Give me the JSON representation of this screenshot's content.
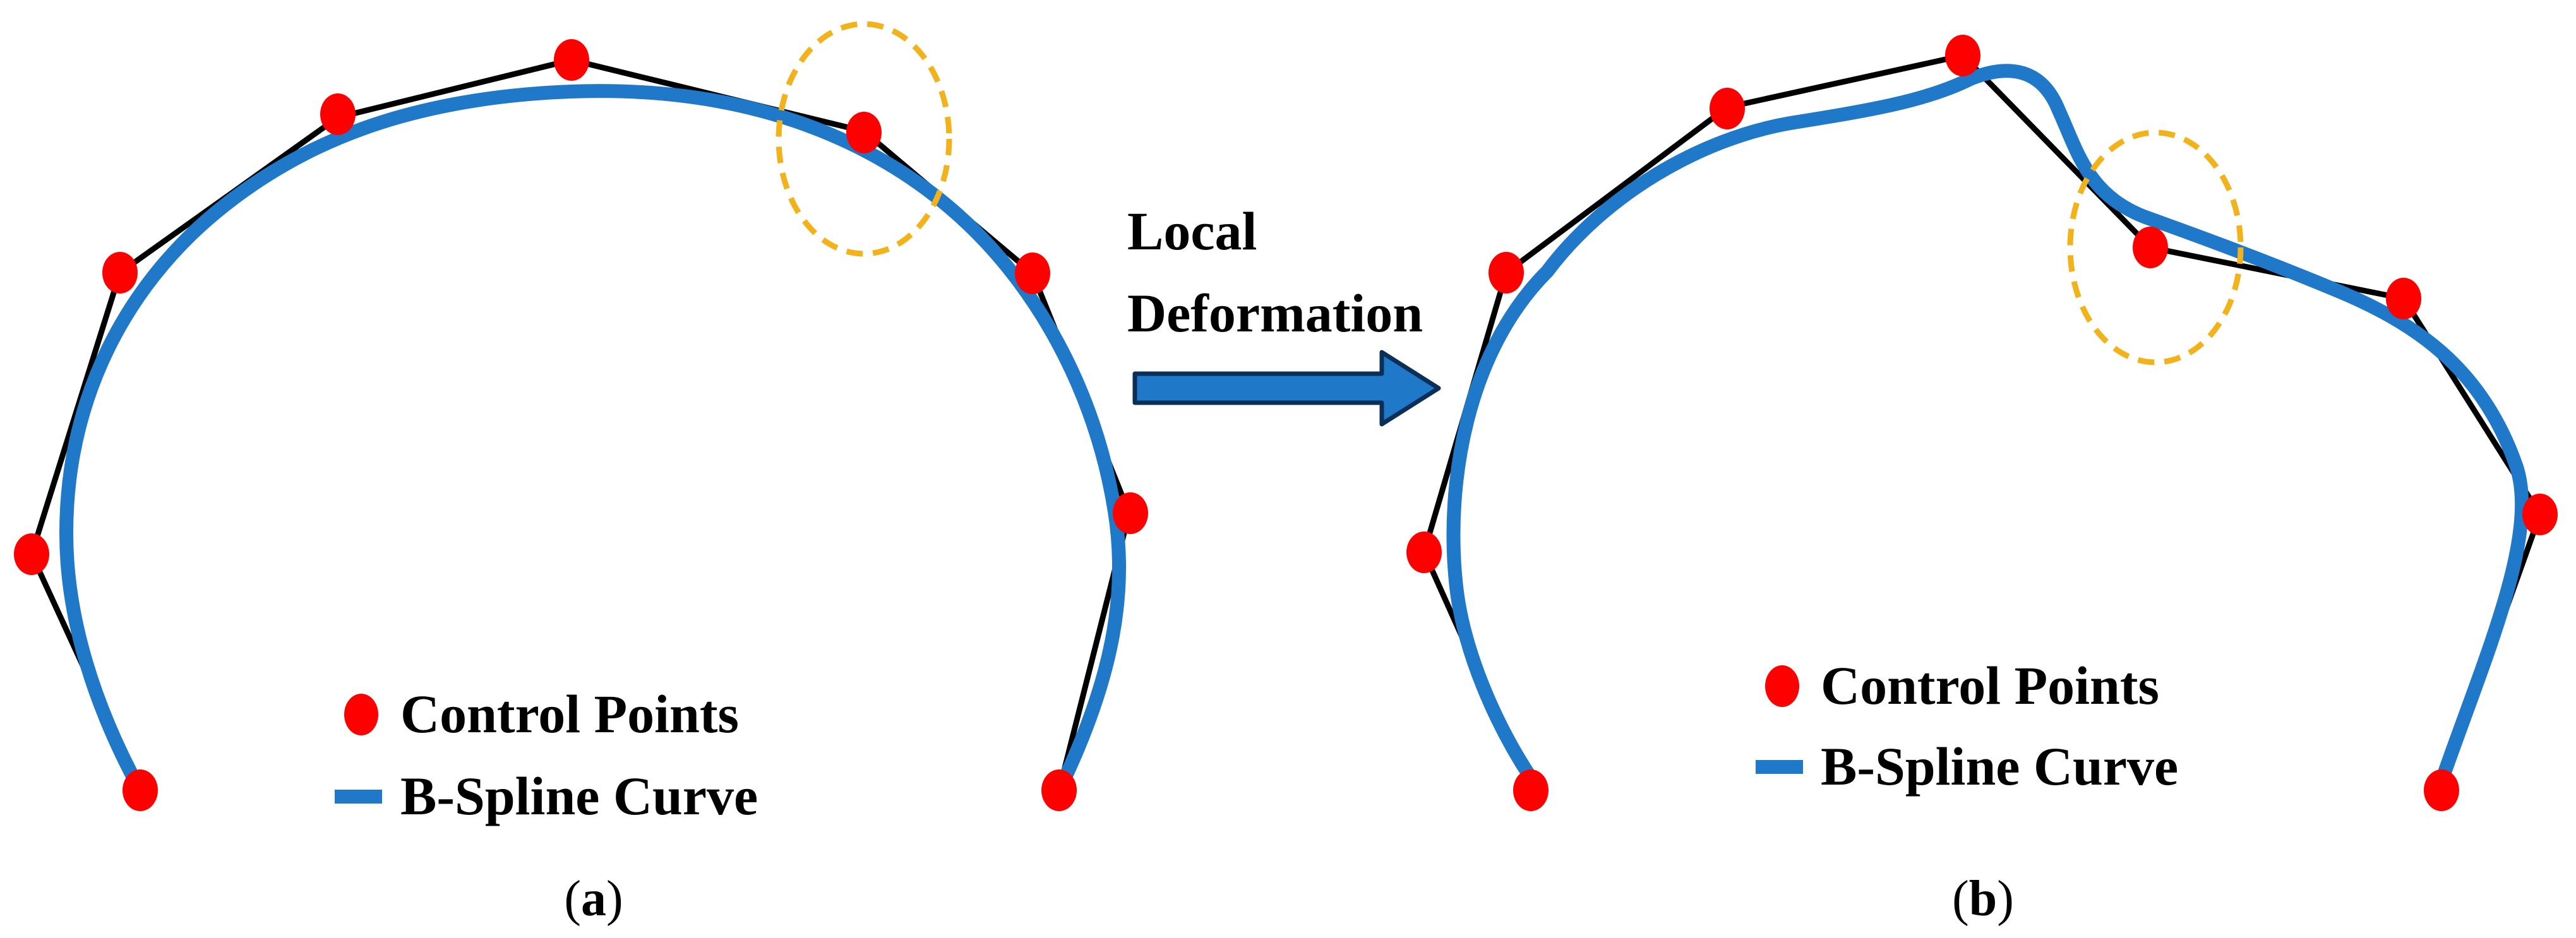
{
  "panels": [
    {
      "id": "a",
      "caption_open": "(",
      "caption_letter": "a",
      "caption_close": ")",
      "legend": {
        "control_points_label": "Control Points",
        "curve_label": "B-Spline Curve"
      }
    },
    {
      "id": "b",
      "caption_open": "(",
      "caption_letter": "b",
      "caption_close": ")",
      "legend": {
        "control_points_label": "Control Points",
        "curve_label": "B-Spline Curve"
      }
    }
  ],
  "arrow": {
    "label_line1": "Local",
    "label_line2": "Deformation"
  },
  "colors": {
    "control_point": "#ff0000",
    "curve": "#1f78c8",
    "polygon": "#000000",
    "highlight": "#f2b21b"
  }
}
